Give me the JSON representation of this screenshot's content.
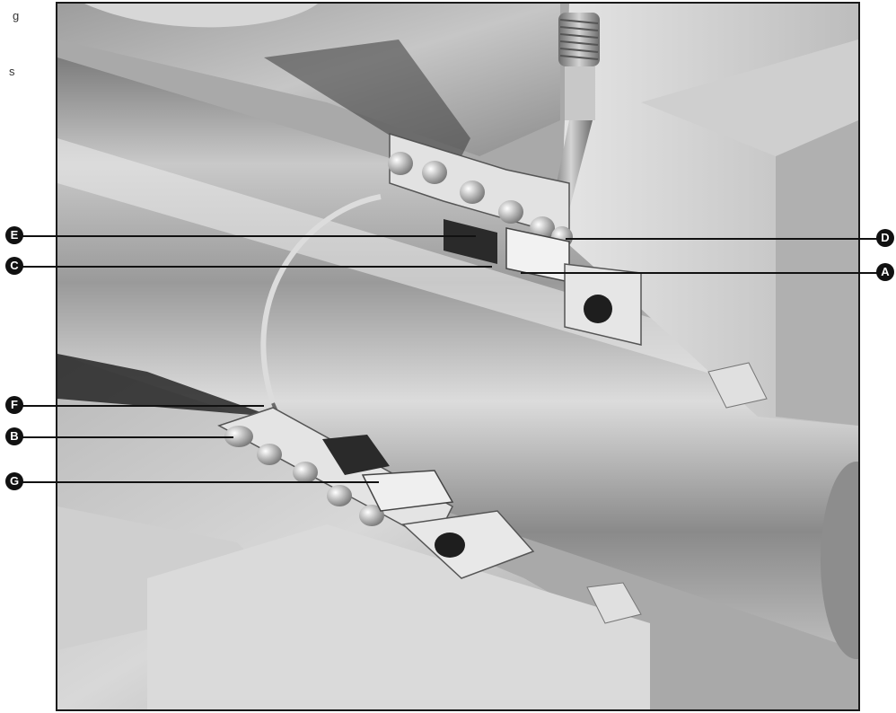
{
  "margin_fragments": [
    "g",
    "s"
  ],
  "callouts": {
    "A": "A",
    "B": "B",
    "C": "C",
    "D": "D",
    "E": "E",
    "F": "F",
    "G": "G"
  }
}
